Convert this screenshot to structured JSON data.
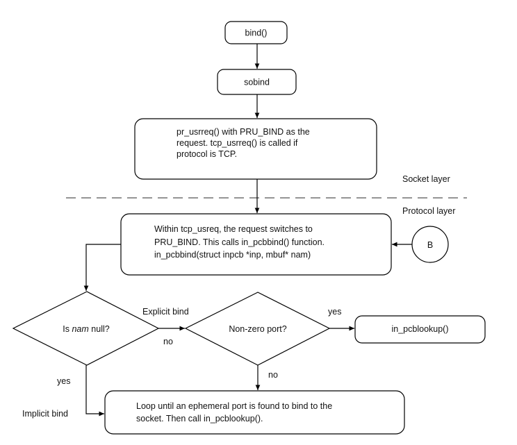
{
  "nodes": {
    "bind": {
      "label": "bind()"
    },
    "sobind": {
      "label": "sobind"
    },
    "pr_usrreq": {
      "lines": [
        "pr_usrreq() with PRU_BIND as the",
        "request.  tcp_usrreq() is called if",
        "protocol is TCP."
      ]
    },
    "tcp_usrreq": {
      "lines": [
        "Within tcp_usreq, the request switches to",
        "PRU_BIND. This calls in_pcbbind() function.",
        "in_pcbbind(struct inpcb *inp, mbuf* nam)"
      ]
    },
    "connector_b": {
      "label": "B"
    },
    "is_nam_null": {
      "prefix": "Is ",
      "emphasis": "nam",
      "suffix": " null?"
    },
    "non_zero_port": {
      "label": "Non-zero port?"
    },
    "in_pcblookup": {
      "label": "in_pcblookup()"
    },
    "ephemeral_loop": {
      "lines": [
        "Loop until an ephemeral port is found to bind to the",
        "socket.  Then call in_pcblookup()."
      ]
    }
  },
  "layers": {
    "socket": "Socket layer",
    "protocol": "Protocol layer"
  },
  "edge_labels": {
    "explicit_bind": "Explicit bind",
    "no_1": "no",
    "yes_1": "yes",
    "no_2": "no",
    "yes_2": "yes",
    "implicit_bind": "Implicit bind"
  }
}
